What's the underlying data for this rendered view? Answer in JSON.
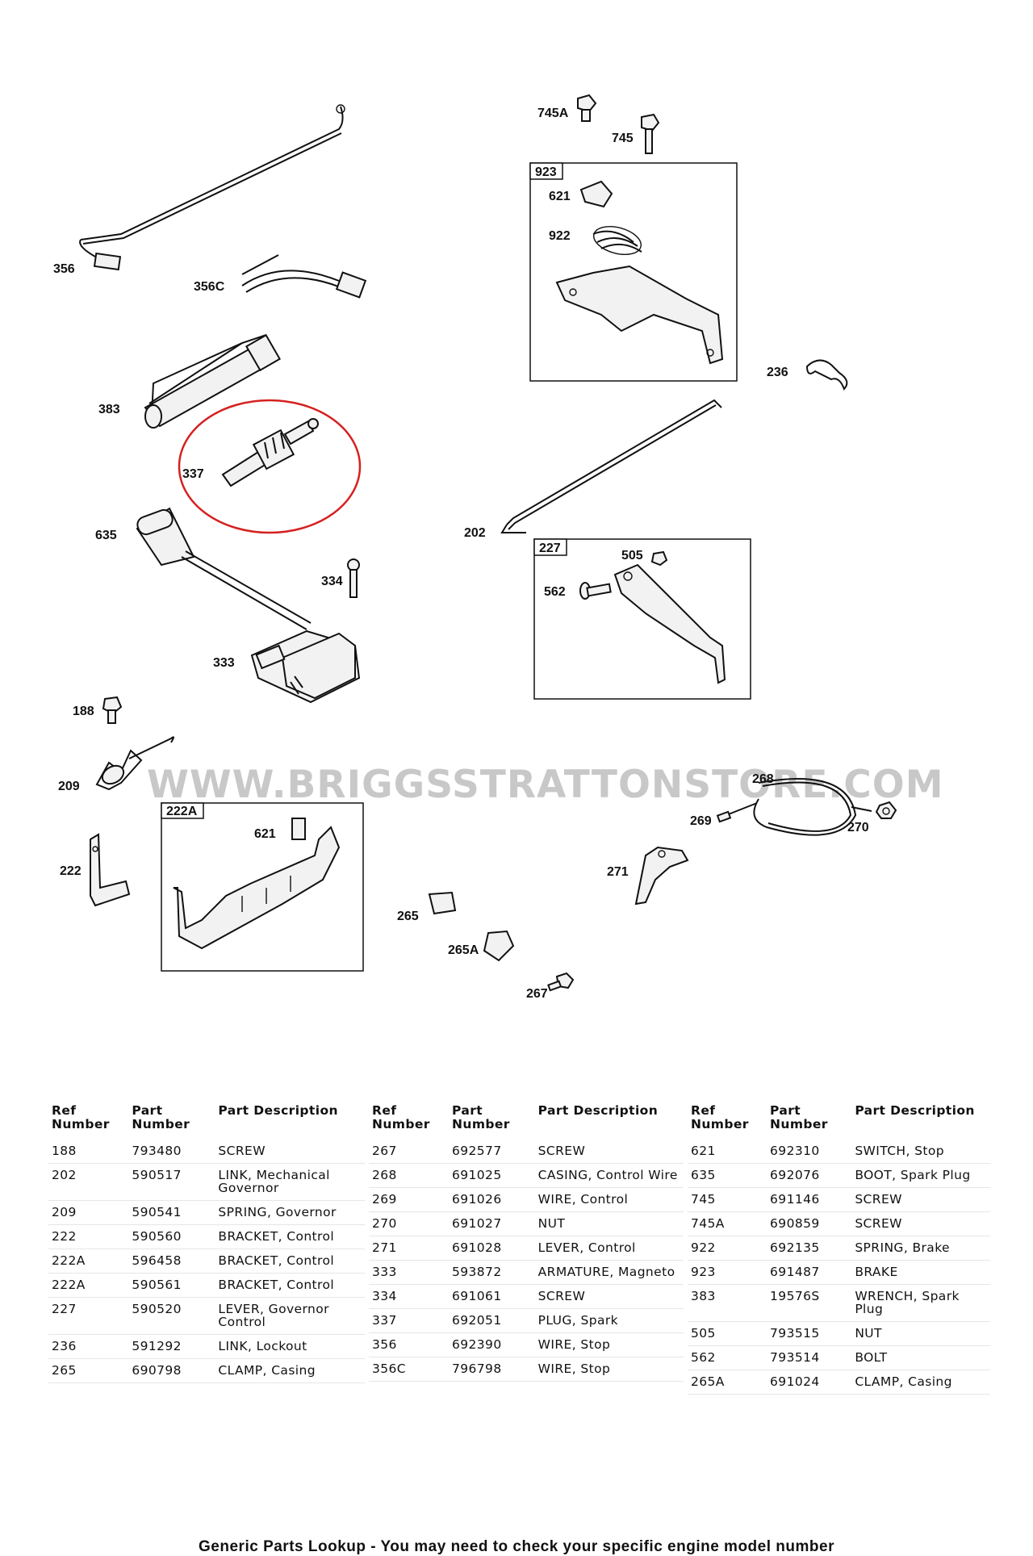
{
  "diagram": {
    "watermark": "WWW.BRIGGSSTRATTONSTORE.COM",
    "box_labels": {
      "b923": "923",
      "b227": "227",
      "b222a": "222A"
    },
    "callouts": {
      "c745a": "745A",
      "c745": "745",
      "c621a": "621",
      "c922": "922",
      "c356": "356",
      "c356c": "356C",
      "c383": "383",
      "c337": "337",
      "c236": "236",
      "c635": "635",
      "c202": "202",
      "c505": "505",
      "c562": "562",
      "c334": "334",
      "c333": "333",
      "c188": "188",
      "c209": "209",
      "c268": "268",
      "c621b": "621",
      "c269": "269",
      "c270": "270",
      "c222": "222",
      "c271": "271",
      "c265": "265",
      "c265a": "265A",
      "c267": "267"
    },
    "highlight_color": "#d62020"
  },
  "table": {
    "headers": {
      "ref": [
        "Ref",
        "Number"
      ],
      "part": [
        "Part",
        "Number"
      ],
      "desc": "Part Description"
    },
    "columns": [
      [
        {
          "ref": "188",
          "part": "793480",
          "desc": "SCREW"
        },
        {
          "ref": "202",
          "part": "590517",
          "desc": "LINK, Mechanical Governor"
        },
        {
          "ref": "209",
          "part": "590541",
          "desc": "SPRING, Governor"
        },
        {
          "ref": "222",
          "part": "590560",
          "desc": "BRACKET, Control"
        },
        {
          "ref": "222A",
          "part": "596458",
          "desc": "BRACKET, Control"
        },
        {
          "ref": "222A",
          "part": "590561",
          "desc": "BRACKET, Control"
        },
        {
          "ref": "227",
          "part": "590520",
          "desc": "LEVER, Governor Control"
        },
        {
          "ref": "236",
          "part": "591292",
          "desc": "LINK, Lockout"
        },
        {
          "ref": "265",
          "part": "690798",
          "desc": "CLAMP, Casing"
        }
      ],
      [
        {
          "ref": "267",
          "part": "692577",
          "desc": "SCREW"
        },
        {
          "ref": "268",
          "part": "691025",
          "desc": "CASING, Control Wire"
        },
        {
          "ref": "269",
          "part": "691026",
          "desc": "WIRE, Control"
        },
        {
          "ref": "270",
          "part": "691027",
          "desc": "NUT"
        },
        {
          "ref": "271",
          "part": "691028",
          "desc": "LEVER, Control"
        },
        {
          "ref": "333",
          "part": "593872",
          "desc": "ARMATURE, Magneto"
        },
        {
          "ref": "334",
          "part": "691061",
          "desc": "SCREW"
        },
        {
          "ref": "337",
          "part": "692051",
          "desc": "PLUG, Spark"
        },
        {
          "ref": "356",
          "part": "692390",
          "desc": "WIRE, Stop"
        },
        {
          "ref": "356C",
          "part": "796798",
          "desc": "WIRE, Stop"
        }
      ],
      [
        {
          "ref": "621",
          "part": "692310",
          "desc": "SWITCH, Stop"
        },
        {
          "ref": "635",
          "part": "692076",
          "desc": "BOOT, Spark Plug"
        },
        {
          "ref": "745",
          "part": "691146",
          "desc": "SCREW"
        },
        {
          "ref": "745A",
          "part": "690859",
          "desc": "SCREW"
        },
        {
          "ref": "922",
          "part": "692135",
          "desc": "SPRING, Brake"
        },
        {
          "ref": "923",
          "part": "691487",
          "desc": "BRAKE"
        },
        {
          "ref": "383",
          "part": "19576S",
          "desc": "WRENCH, Spark Plug"
        },
        {
          "ref": "505",
          "part": "793515",
          "desc": "NUT"
        },
        {
          "ref": "562",
          "part": "793514",
          "desc": "BOLT"
        },
        {
          "ref": "265A",
          "part": "691024",
          "desc": "CLAMP, Casing"
        }
      ]
    ]
  },
  "footer": "Generic Parts Lookup - You may need to check your specific engine model number"
}
